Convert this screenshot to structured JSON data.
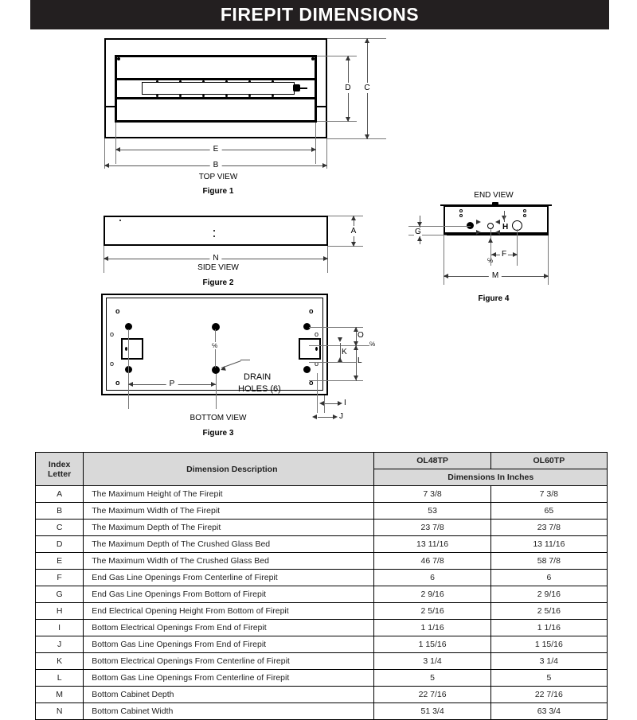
{
  "header": {
    "title": "FIREPIT DIMENSIONS"
  },
  "figures": {
    "fig1": {
      "view_label": "TOP VIEW",
      "caption": "Figure 1",
      "dims": [
        "D",
        "C",
        "E",
        "B"
      ]
    },
    "fig2": {
      "view_label": "SIDE VIEW",
      "caption": "Figure 2",
      "dims": [
        "A",
        "N"
      ]
    },
    "fig3": {
      "view_label": "BOTTOM VIEW",
      "caption": "Figure 3",
      "callout_line1": "DRAIN",
      "callout_line2": "HOLES (6)",
      "dims": [
        "P",
        "O",
        "K",
        "L",
        "I",
        "J"
      ]
    },
    "fig4": {
      "view_label": "END VIEW",
      "caption": "Figure 4",
      "dims": [
        "G",
        "H",
        "F",
        "M"
      ]
    }
  },
  "table": {
    "headers": {
      "index": "Index\nLetter",
      "index_line1": "Index",
      "index_line2": "Letter",
      "description": "Dimension Description",
      "model_1": "OL48TP",
      "model_2": "OL60TP",
      "units": "Dimensions In Inches"
    },
    "rows": [
      {
        "letter": "A",
        "description": "The Maximum Height of The Firepit",
        "ol48tp": "7  3/8",
        "ol60tp": "7  3/8"
      },
      {
        "letter": "B",
        "description": "The Maximum Width of The Firepit",
        "ol48tp": "53",
        "ol60tp": "65"
      },
      {
        "letter": "C",
        "description": "The Maximum Depth of The Firepit",
        "ol48tp": "23  7/8",
        "ol60tp": "23  7/8"
      },
      {
        "letter": "D",
        "description": "The Maximum Depth of The Crushed Glass Bed",
        "ol48tp": "13  11/16",
        "ol60tp": "13  11/16"
      },
      {
        "letter": "E",
        "description": "The Maximum Width of The Crushed Glass Bed",
        "ol48tp": "46  7/8",
        "ol60tp": "58  7/8"
      },
      {
        "letter": "F",
        "description": "End Gas Line Openings From Centerline of Firepit",
        "ol48tp": "6",
        "ol60tp": "6"
      },
      {
        "letter": "G",
        "description": "End Gas Line Openings From Bottom of Firepit",
        "ol48tp": "2  9/16",
        "ol60tp": "2  9/16"
      },
      {
        "letter": "H",
        "description": "End Electrical Opening Height From Bottom of Firepit",
        "ol48tp": "2  5/16",
        "ol60tp": "2  5/16"
      },
      {
        "letter": "I",
        "description": "Bottom Electrical Openings From End of Firepit",
        "ol48tp": "1  1/16",
        "ol60tp": "1  1/16"
      },
      {
        "letter": "J",
        "description": "Bottom Gas Line Openings From End of Firepit",
        "ol48tp": "1  15/16",
        "ol60tp": "1  15/16"
      },
      {
        "letter": "K",
        "description": "Bottom Electrical Openings From Centerline of Firepit",
        "ol48tp": "3  1/4",
        "ol60tp": "3  1/4"
      },
      {
        "letter": "L",
        "description": "Bottom Gas Line Openings From Centerline of Firepit",
        "ol48tp": "5",
        "ol60tp": "5"
      },
      {
        "letter": "M",
        "description": "Bottom Cabinet Depth",
        "ol48tp": "22  7/16",
        "ol60tp": "22  7/16"
      },
      {
        "letter": "N",
        "description": "Bottom Cabinet Width",
        "ol48tp": "51  3/4",
        "ol60tp": "63  3/4"
      }
    ]
  }
}
